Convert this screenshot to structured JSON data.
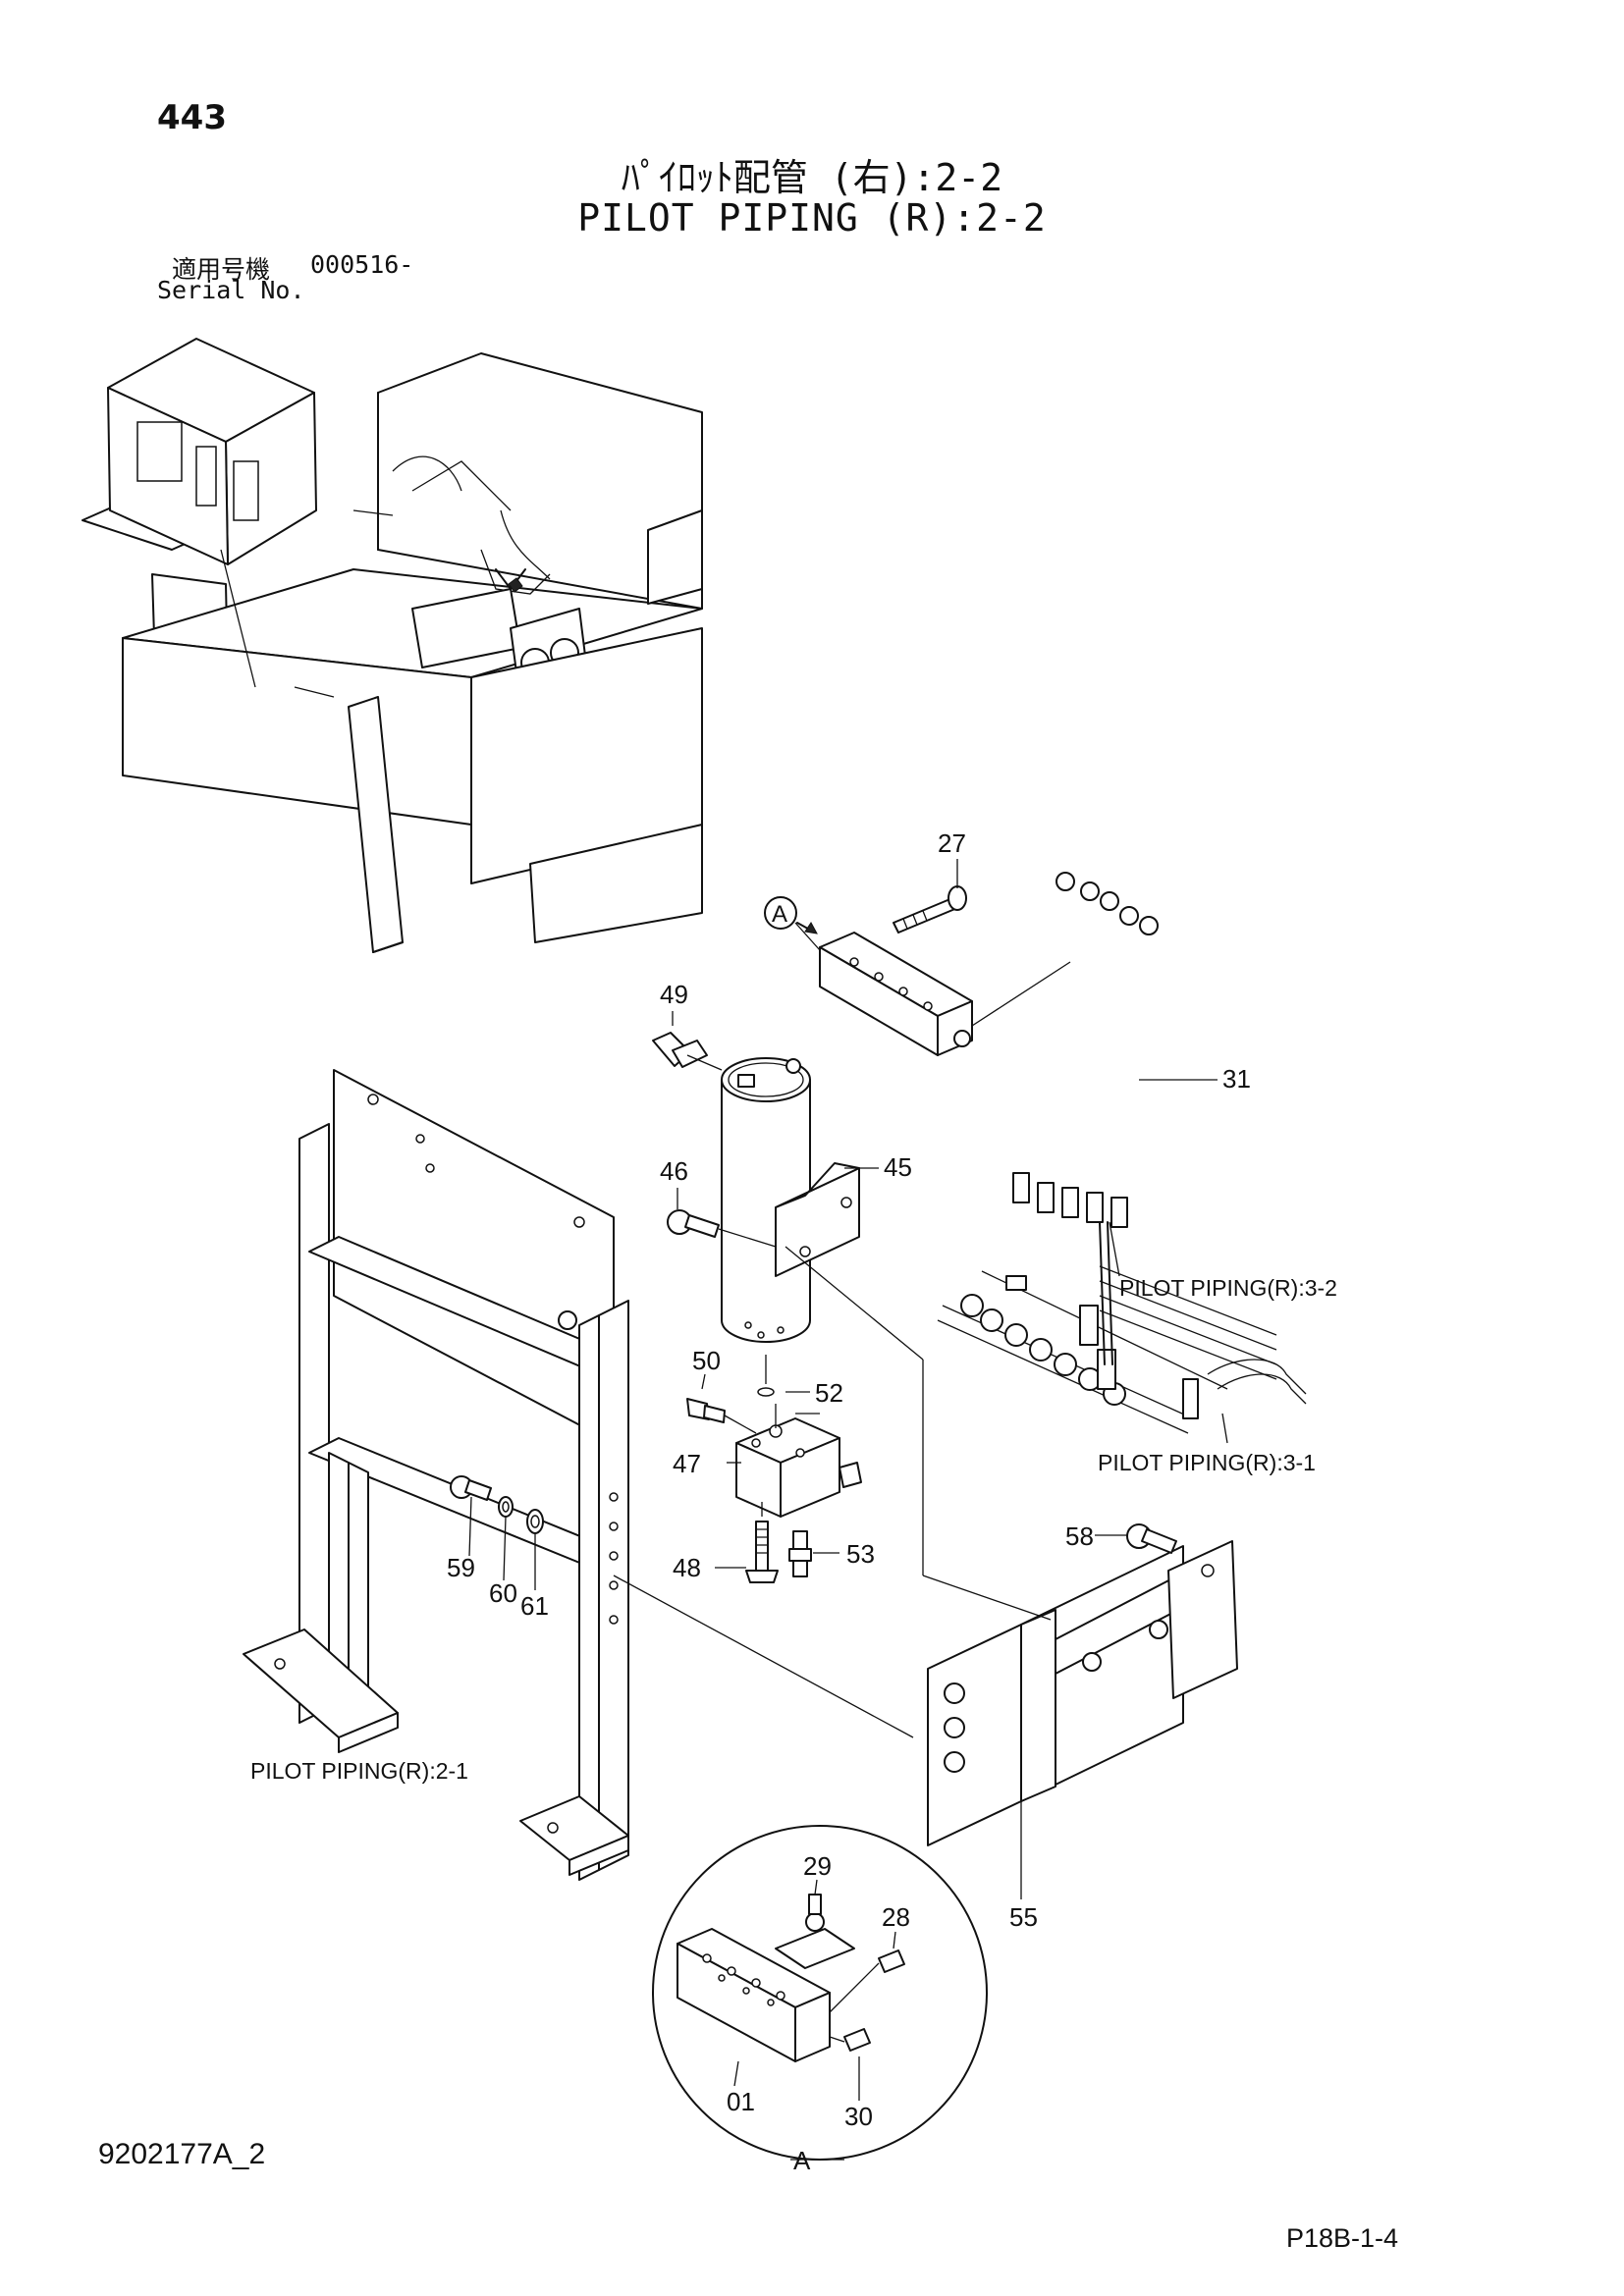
{
  "header": {
    "page_number": "443",
    "title_jp": "ﾊﾟｲﾛｯﾄ配管 (右):2-2",
    "title_en": "PILOT PIPING (R):2-2",
    "serial_label_jp": "適用号機",
    "serial_value": "000516-",
    "serial_label_en": "Serial No."
  },
  "references": {
    "piping_3_2": "PILOT PIPING(R):3-2",
    "piping_3_1": "PILOT PIPING(R):3-1",
    "piping_2_1": "PILOT PIPING(R):2-1",
    "view_a": "A",
    "detail_a": "A"
  },
  "callouts": {
    "p27": "27",
    "p31": "31",
    "p49": "49",
    "p45": "45",
    "p46": "46",
    "p50": "50",
    "p52": "52",
    "p47": "47",
    "p48": "48",
    "p53": "53",
    "p58": "58",
    "p59": "59",
    "p60": "60",
    "p61": "61",
    "p55": "55",
    "p29": "29",
    "p28": "28",
    "p01": "01",
    "p30": "30"
  },
  "footer": {
    "doc_id": "9202177A_2",
    "page_code": "P18B-1-4"
  }
}
